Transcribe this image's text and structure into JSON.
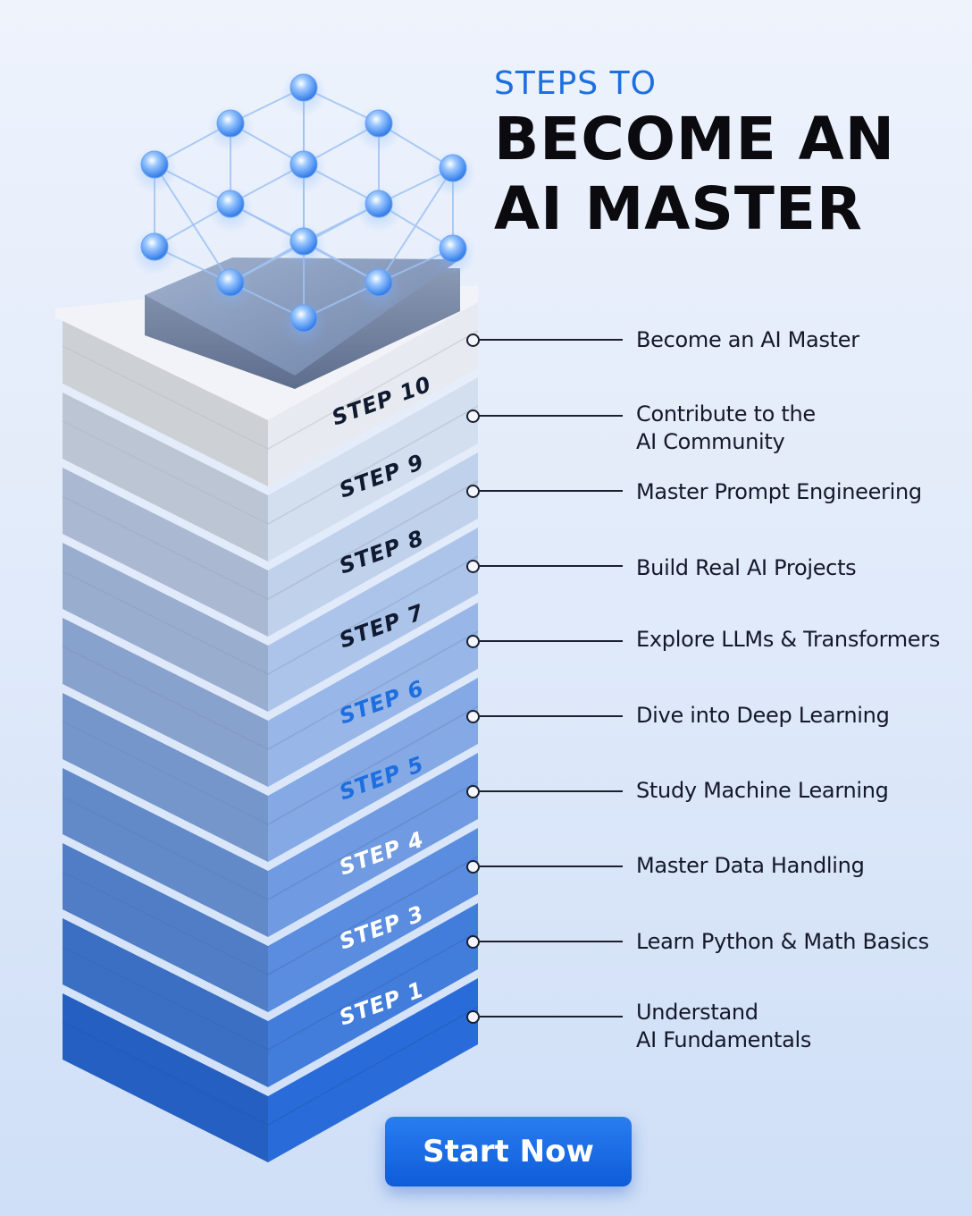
{
  "header": {
    "subtitle": "STEPS TO",
    "title_line1": "BECOME AN",
    "title_line2": "AI MASTER"
  },
  "steps": [
    {
      "tier_label": "STEP 1",
      "description": [
        "Understand",
        "AI Fundamentals"
      ]
    },
    {
      "tier_label": "STEP 3",
      "description": [
        "Learn Python & Math Basics"
      ]
    },
    {
      "tier_label": "STEP 4",
      "description": [
        "Master Data Handling"
      ]
    },
    {
      "tier_label": "STEP 5",
      "description": [
        "Study Machine Learning"
      ]
    },
    {
      "tier_label": "STEP 6",
      "description": [
        "Dive into Deep Learning"
      ]
    },
    {
      "tier_label": "STEP 7",
      "description": [
        "Explore LLMs & Transformers"
      ]
    },
    {
      "tier_label": "STEP 8",
      "description": [
        "Build Real AI Projects"
      ]
    },
    {
      "tier_label": "STEP 9",
      "description": [
        "Master Prompt Engineering"
      ]
    },
    {
      "tier_label": "STEP 10",
      "description": [
        "Contribute to the",
        "AI Community"
      ]
    }
  ],
  "top_goal": "Become an AI Master",
  "cta": {
    "label": "Start Now"
  },
  "icons": {
    "network": "neural-network-cube-icon"
  },
  "colors": {
    "accent": "#1d6fe0",
    "button": "#1466e0",
    "tier_dark": "#2a6fe0",
    "tier_light": "#eef2f8"
  }
}
